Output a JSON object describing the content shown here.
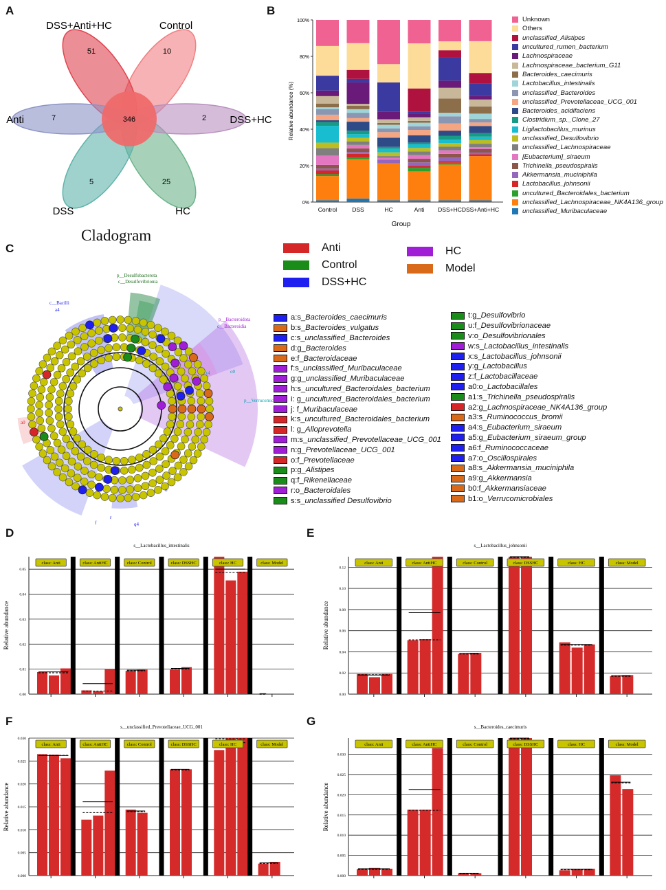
{
  "panels": {
    "A": "A",
    "B": "B",
    "C": "C",
    "D": "D",
    "E": "E",
    "F": "F",
    "G": "G"
  },
  "venn": {
    "center": "346",
    "petals": [
      {
        "name": "DSS+Anti+HC",
        "value": "51",
        "color": "#f07f82"
      },
      {
        "name": "Control",
        "value": "10",
        "color": "#6db48a"
      },
      {
        "name": "DSS+HC",
        "value": "2",
        "color": "#b98fbf"
      },
      {
        "name": "HC",
        "value": "25",
        "color": "#5fb3ab"
      },
      {
        "name": "DSS",
        "value": "5",
        "color": "#e0434f"
      },
      {
        "name": "Anti",
        "value": "7",
        "color": "#8c93c7"
      }
    ]
  },
  "stacked": {
    "ylabel": "Relative abundance (%)",
    "xlabel": "Group",
    "yticks": [
      "0%",
      "20%",
      "40%",
      "60%",
      "80%",
      "100%"
    ],
    "groups": [
      "Control",
      "DSS",
      "HC",
      "Anti",
      "DSS+HC",
      "DSS+Anti+HC"
    ],
    "legend": [
      {
        "label": "Unknown",
        "color": "#f06292",
        "italic": false
      },
      {
        "label": "Others",
        "color": "#fddc9a",
        "italic": false
      },
      {
        "label": "unclassified_Alistipes",
        "color": "#b0123f",
        "italic": true
      },
      {
        "label": "uncultured_rumen_bacterium",
        "color": "#3a3aa0",
        "italic": true
      },
      {
        "label": "Lachnospiraceae",
        "color": "#6a1b7a",
        "italic": true
      },
      {
        "label": "Lachnospiraceae_bacterium_G11",
        "color": "#c9b79a",
        "italic": true
      },
      {
        "label": "Bacteroides_caecimuris",
        "color": "#8d6e4a",
        "italic": true
      },
      {
        "label": "Lactobacillus_intestinalis",
        "color": "#9fd4d8",
        "italic": true
      },
      {
        "label": "unclassified_Bacteroides",
        "color": "#8a96b2",
        "italic": true
      },
      {
        "label": "unclassified_Prevotellaceae_UCG_001",
        "color": "#f4a582",
        "italic": true
      },
      {
        "label": "Bacteroides_acidifaciens",
        "color": "#2e4a87",
        "italic": true
      },
      {
        "label": "Clostridium_sp._Clone_27",
        "color": "#169c85",
        "italic": true
      },
      {
        "label": "Ligilactobacillus_murinus",
        "color": "#18bed0",
        "italic": true
      },
      {
        "label": "unclassified_Desulfovibrio",
        "color": "#bcbd22",
        "italic": true
      },
      {
        "label": "unclassified_Lachnospiraceae",
        "color": "#7f7f7f",
        "italic": true
      },
      {
        "label": "[Eubacterium]_siraeum",
        "color": "#e377c2",
        "italic": true
      },
      {
        "label": "Trichinella_pseudospiralis",
        "color": "#8c564b",
        "italic": true
      },
      {
        "label": "Akkermansia_muciniphila",
        "color": "#9467bd",
        "italic": true
      },
      {
        "label": "Lactobacillus_johnsonii",
        "color": "#d62728",
        "italic": true
      },
      {
        "label": "uncultured_Bacteroidales_bacterium",
        "color": "#2ca02c",
        "italic": true
      },
      {
        "label": "unclassified_Lachnospiraceae_NK4A136_group",
        "color": "#ff7f0e",
        "italic": true
      },
      {
        "label": "unclassified_Muribaculaceae",
        "color": "#1f77b4",
        "italic": true
      }
    ],
    "values": [
      [
        14,
        16,
        0,
        8,
        3,
        4,
        2,
        1,
        3,
        3,
        1,
        2,
        9,
        3,
        4,
        5,
        2,
        1,
        2,
        1,
        13,
        1
      ],
      [
        13,
        15,
        5,
        2,
        12,
        1,
        2,
        2,
        3,
        2,
        5,
        2,
        2,
        2,
        2,
        2,
        2,
        1,
        2,
        1,
        22,
        2
      ],
      [
        24,
        10,
        0,
        16,
        4,
        2,
        1,
        2,
        2,
        3,
        5,
        1,
        2,
        2,
        1,
        1,
        0,
        2,
        0,
        0,
        20,
        1
      ],
      [
        13,
        25,
        13,
        1,
        2,
        2,
        1,
        2,
        2,
        3,
        4,
        1,
        2,
        2,
        2,
        2,
        2,
        2,
        1,
        2,
        16,
        1
      ],
      [
        12,
        5,
        4,
        13,
        4,
        6,
        8,
        2,
        4,
        4,
        3,
        2,
        2,
        2,
        2,
        2,
        2,
        2,
        1,
        1,
        20,
        1
      ],
      [
        12,
        18,
        6,
        7,
        2,
        4,
        4,
        3,
        2,
        2,
        4,
        2,
        2,
        2,
        2,
        1,
        2,
        1,
        1,
        0,
        25,
        1
      ]
    ]
  },
  "cladogram": {
    "title": "Cladogram",
    "classes": [
      {
        "label": "Anti",
        "color": "#d62728"
      },
      {
        "label": "Control",
        "color": "#1a8c1a"
      },
      {
        "label": "DSS+HC",
        "color": "#1f1ff0"
      },
      {
        "label": "HC",
        "color": "#a01fd6"
      },
      {
        "label": "Model",
        "color": "#d96a1a"
      }
    ],
    "labels": [
      "p__Desulfobacterota",
      "c__Desulfovibrionia",
      "c__Bacilli",
      "p__Bacteroidota",
      "c__Bacteroidia",
      "p__Verrucomicrobiota",
      "o0",
      "a0",
      "t4",
      "q4",
      "a4",
      "o",
      "r",
      "f"
    ],
    "legend_left": [
      {
        "key": "a:s_",
        "name": "Bacteroides_caecimuris",
        "color": "#1f1ff0"
      },
      {
        "key": "b:s_",
        "name": "Bacteroides_vulgatus",
        "color": "#d96a1a"
      },
      {
        "key": "c:s_",
        "name": "unclassified_Bacteroides",
        "color": "#1f1ff0"
      },
      {
        "key": "d:g_",
        "name": "Bacteroides",
        "color": "#d96a1a"
      },
      {
        "key": "e:f_",
        "name": "Bacteroidaceae",
        "color": "#d96a1a"
      },
      {
        "key": "f:s_",
        "name": "unclassified_Muribaculaceae",
        "color": "#a01fd6"
      },
      {
        "key": "g:g_",
        "name": "unclassified_Muribaculaceae",
        "color": "#a01fd6"
      },
      {
        "key": "h:s_",
        "name": "uncultured_Bacteroidales_bacterium",
        "color": "#a01fd6"
      },
      {
        "key": "i: g_",
        "name": "uncultured_Bacteroidales_bacterium",
        "color": "#a01fd6"
      },
      {
        "key": "j: f_",
        "name": "Muribaculaceae",
        "color": "#a01fd6"
      },
      {
        "key": "k:s_",
        "name": "uncultured_Bacteroidales_bacterium",
        "color": "#d62728"
      },
      {
        "key": "l: g_",
        "name": "Alloprevotella",
        "color": "#d62728"
      },
      {
        "key": "m:s_",
        "name": "unclassified_Prevotellaceae_UCG_001",
        "color": "#a01fd6"
      },
      {
        "key": "n:g_",
        "name": "Prevotellaceae_UCG_001",
        "color": "#a01fd6"
      },
      {
        "key": "o:f_",
        "name": "Prevotellaceae",
        "color": "#d62728"
      },
      {
        "key": "p:g_",
        "name": "Alistipes",
        "color": "#1a8c1a"
      },
      {
        "key": "q:f_",
        "name": "Rikenellaceae",
        "color": "#1a8c1a"
      },
      {
        "key": "r:o_",
        "name": "Bacteroidales",
        "color": "#a01fd6"
      },
      {
        "key": "s:s_",
        "name": "unclassified Desulfovibrio",
        "color": "#1a8c1a"
      }
    ],
    "legend_right": [
      {
        "key": "t:g_",
        "name": "Desulfovibrio",
        "color": "#1a8c1a"
      },
      {
        "key": "u:f_",
        "name": "Desulfovibrionaceae",
        "color": "#1a8c1a"
      },
      {
        "key": "v:o_",
        "name": "Desulfovibrionales",
        "color": "#1a8c1a"
      },
      {
        "key": "w:s_",
        "name": "Lactobacillus_intestinalis",
        "color": "#a01fd6"
      },
      {
        "key": "x:s_",
        "name": "Lactobacillus_johnsonii",
        "color": "#1f1ff0"
      },
      {
        "key": "y:g_",
        "name": "Lactobacillus",
        "color": "#1f1ff0"
      },
      {
        "key": "z:f_",
        "name": "Lactobacillaceae",
        "color": "#1f1ff0"
      },
      {
        "key": "a0:o_",
        "name": "Lactobacillales",
        "color": "#1f1ff0"
      },
      {
        "key": "a1:s_",
        "name": "Trichinella_pseudospiralis",
        "color": "#1a8c1a"
      },
      {
        "key": "a2:g_",
        "name": "Lachnospiraceae_NK4A136_group",
        "color": "#d62728"
      },
      {
        "key": "a3:s_",
        "name": "Ruminococcus_bromii",
        "color": "#d96a1a"
      },
      {
        "key": "a4:s_",
        "name": "Eubacterium_siraeum",
        "color": "#1f1ff0"
      },
      {
        "key": "a5:g_",
        "name": "Eubacterium_siraeum_group",
        "color": "#1f1ff0"
      },
      {
        "key": "a6:f_",
        "name": "Ruminococcaceae",
        "color": "#1f1ff0"
      },
      {
        "key": "a7:o_",
        "name": "Oscillospirales",
        "color": "#1f1ff0"
      },
      {
        "key": "a8:s_",
        "name": "Akkermansia_muciniphila",
        "color": "#d96a1a"
      },
      {
        "key": "a9:g_",
        "name": "Akkermansia",
        "color": "#d96a1a"
      },
      {
        "key": "b0:f_",
        "name": "Akkermansiaceae",
        "color": "#d96a1a"
      },
      {
        "key": "b1:o_",
        "name": "Verrucomicrobiales",
        "color": "#d96a1a"
      }
    ]
  },
  "chart_data": [
    {
      "type": "bar",
      "panel": "D",
      "title": "s__Lactobacillus_intestinalis",
      "ylabel": "Relative abundance",
      "ylim": [
        0,
        0.055
      ],
      "yticks": [
        "0.00",
        "0.01",
        "0.02",
        "0.03",
        "0.04",
        "0.05"
      ],
      "classes": [
        "class: Anti",
        "class: AntiHC",
        "class: Control",
        "class: DSSHC",
        "class: HC",
        "class: Model"
      ],
      "values": [
        [
          0.0088,
          0.0075,
          0.0103
        ],
        [
          0.0015,
          0.0012,
          0.01
        ],
        [
          0.0093,
          0.0098
        ],
        [
          0.0098,
          0.0108
        ],
        [
          0.055,
          0.0455,
          0.049
        ],
        [
          0.0002
        ]
      ],
      "means": [
        0.0089,
        0.0042,
        0.0096,
        0.0103,
        0.05,
        0.0002
      ],
      "medians": [
        0.0088,
        0.0015,
        0.0096,
        0.0103,
        0.049,
        0.0002
      ]
    },
    {
      "type": "bar",
      "panel": "E",
      "title": "s__Lactobacillus_johnsonii",
      "ylabel": "Relative abundance",
      "ylim": [
        0,
        0.13
      ],
      "yticks": [
        "0.00",
        "0.02",
        "0.04",
        "0.06",
        "0.08",
        "0.10",
        "0.12"
      ],
      "classes": [
        "class: Anti",
        "class: AntiHC",
        "class: Control",
        "class: DSSHC",
        "class: HC",
        "class: Model"
      ],
      "values": [
        [
          0.019,
          0.016,
          0.019
        ],
        [
          0.051,
          0.052,
          0.13
        ],
        [
          0.038,
          0.039
        ],
        [
          0.13,
          0.13
        ],
        [
          0.049,
          0.044,
          0.047
        ],
        [
          0.017,
          0.018
        ]
      ],
      "means": [
        0.018,
        0.077,
        0.0385,
        0.13,
        0.047,
        0.0175
      ],
      "medians": [
        0.019,
        0.052,
        0.0385,
        0.13,
        0.047,
        0.0175
      ]
    },
    {
      "type": "bar",
      "panel": "F",
      "title": "s__unclassified_Prevotellaceae_UCG_001",
      "ylabel": "Relative abundance",
      "ylim": [
        0,
        0.03
      ],
      "yticks": [
        "0.000",
        "0.005",
        "0.010",
        "0.015",
        "0.020",
        "0.025",
        "0.030"
      ],
      "classes": [
        "class: Anti",
        "class: AntiHC",
        "class: Control",
        "class: DSSHC",
        "class: HC",
        "class: Model"
      ],
      "values": [
        [
          0.0265,
          0.0264,
          0.0256
        ],
        [
          0.0122,
          0.0131,
          0.0229
        ],
        [
          0.0144,
          0.0137
        ],
        [
          0.0232,
          0.0232
        ],
        [
          0.0274,
          0.03,
          0.03
        ],
        [
          0.0026,
          0.003
        ]
      ],
      "means": [
        0.0262,
        0.0161,
        0.0141,
        0.0232,
        0.029,
        0.0028
      ],
      "medians": [
        0.0264,
        0.0139,
        0.0141,
        0.0232,
        0.03,
        0.0028
      ]
    },
    {
      "type": "bar",
      "panel": "G",
      "title": "s__Bacteroides_caecimuris",
      "ylabel": "Relative abundance",
      "ylim": [
        0,
        0.034
      ],
      "yticks": [
        "0.000",
        "0.005",
        "0.010",
        "0.015",
        "0.020",
        "0.025",
        "0.030"
      ],
      "classes": [
        "class: Anti",
        "class: AntiHC",
        "class: Control",
        "class: DSSHC",
        "class: HC",
        "class: Model"
      ],
      "values": [
        [
          0.0016,
          0.0019,
          0.0017
        ],
        [
          0.0163,
          0.0163,
          0.0315
        ],
        [
          0.0006,
          0.0006
        ],
        [
          0.034,
          0.034
        ],
        [
          0.0013,
          0.0016,
          0.0017
        ],
        [
          0.0248,
          0.0214
        ]
      ],
      "means": [
        0.0017,
        0.0213,
        0.0006,
        0.034,
        0.0016,
        0.0231
      ],
      "medians": [
        0.0017,
        0.0163,
        0.0006,
        0.034,
        0.0016,
        0.0231
      ]
    }
  ]
}
